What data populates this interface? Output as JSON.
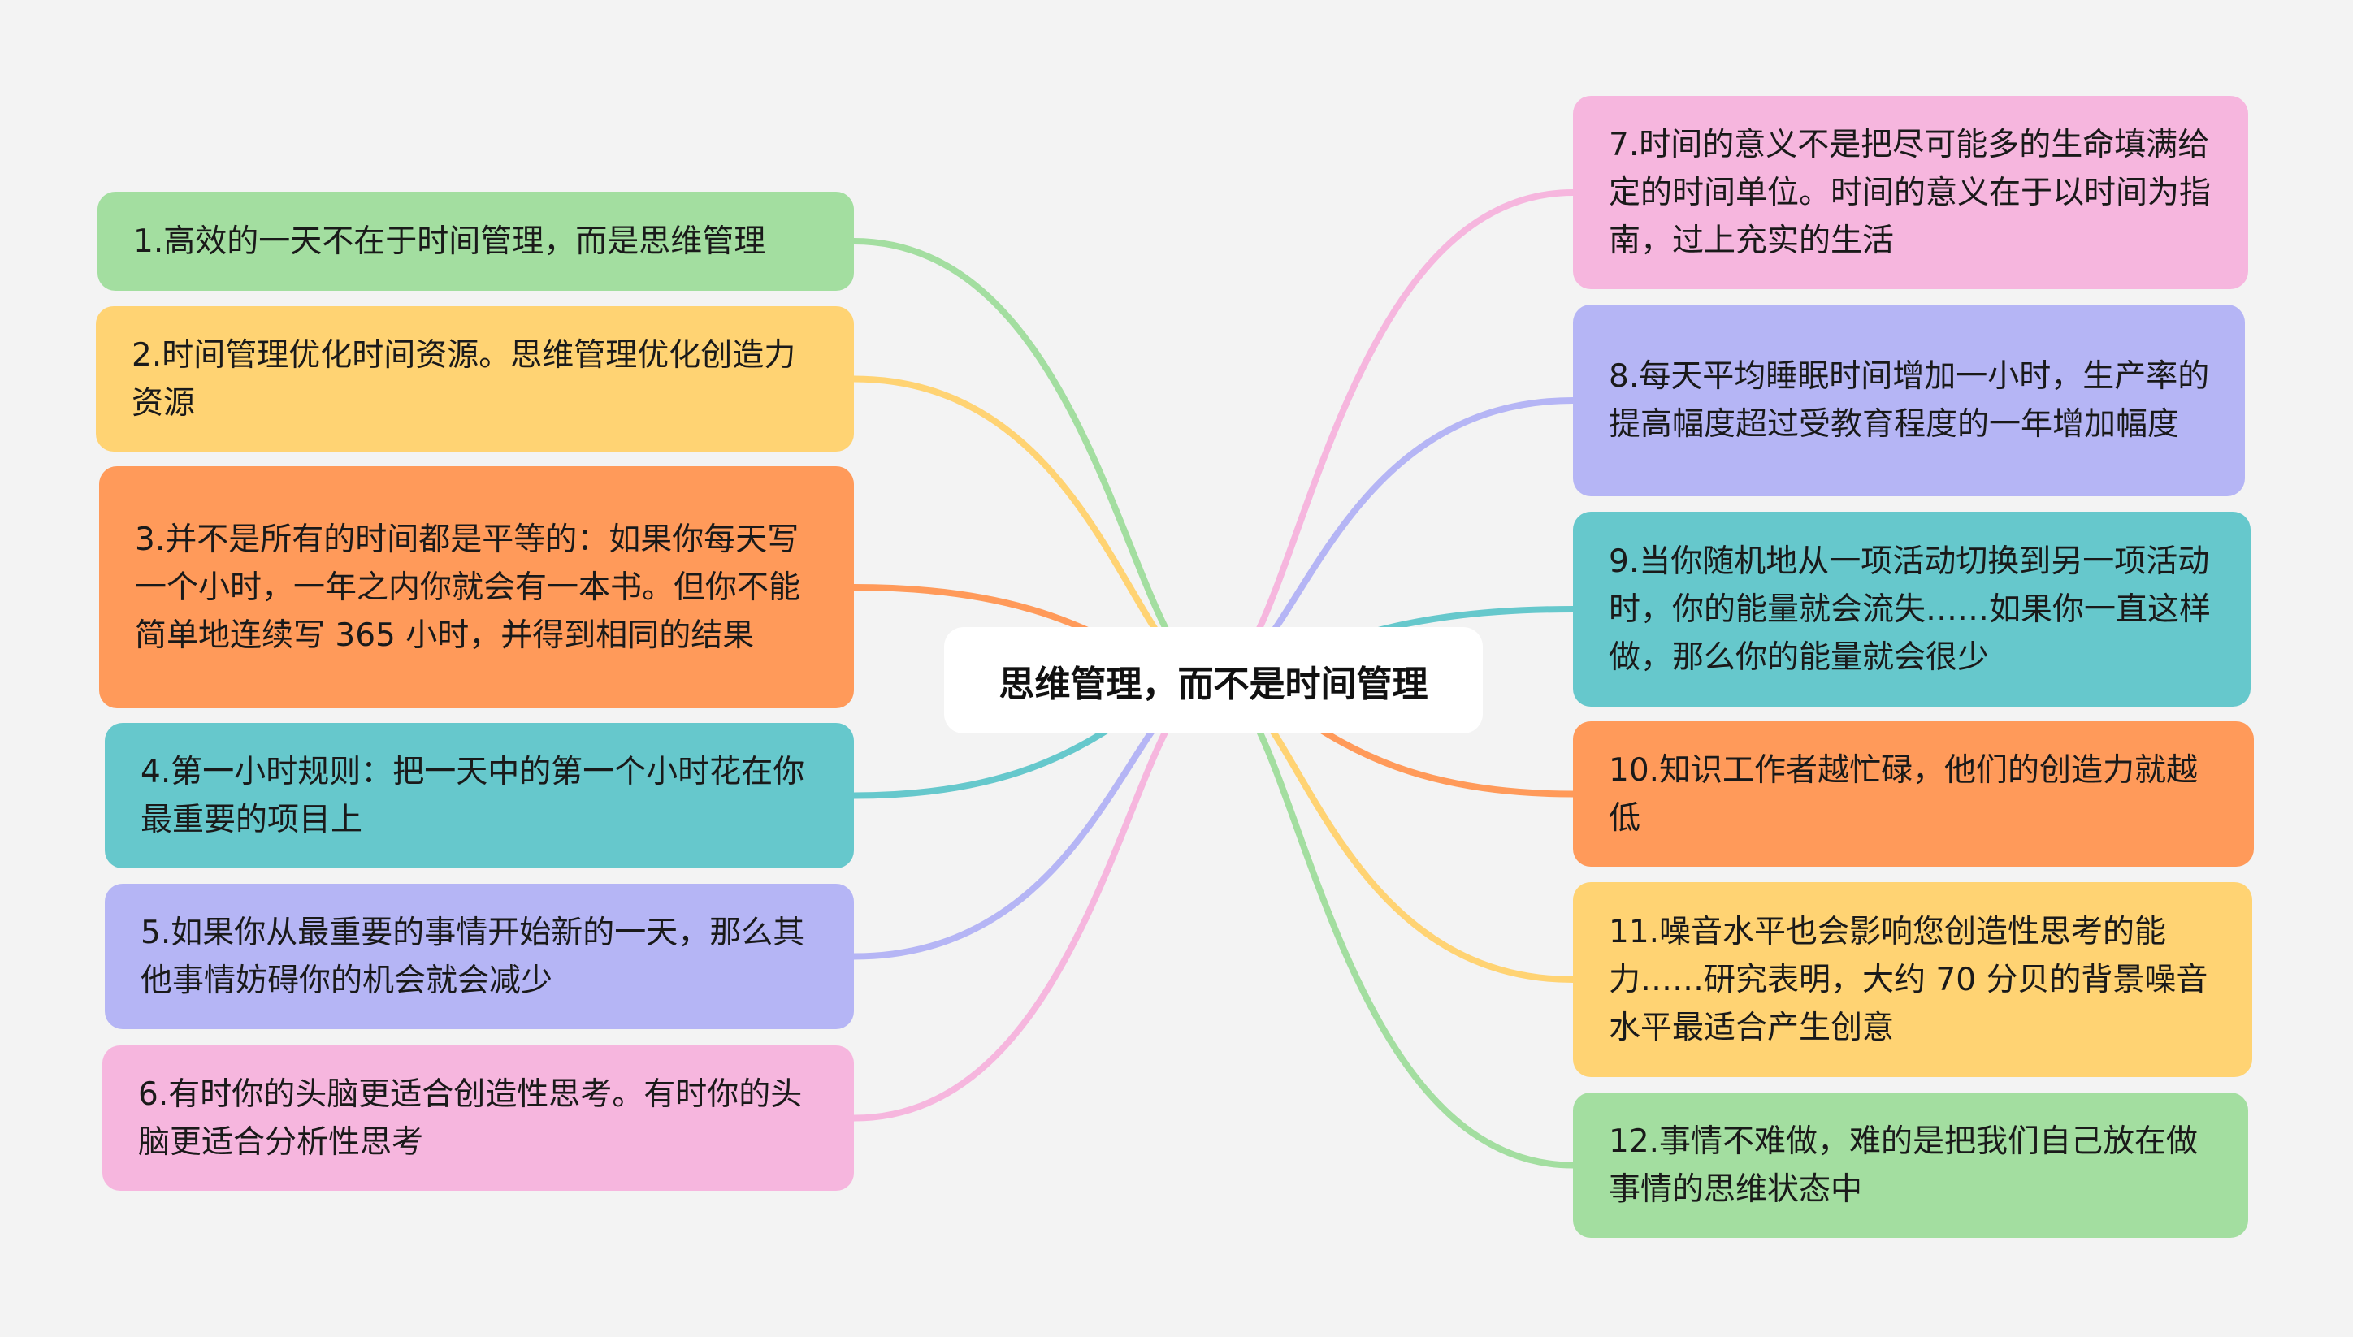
{
  "center": {
    "label": "思维管理，而不是时间管理"
  },
  "colors": {
    "background": "#f3f3f3",
    "green": "#a3dea0",
    "yellow": "#ffd373",
    "orange": "#ff9a5a",
    "teal": "#66c8cc",
    "lavender": "#b5b5f5",
    "pink": "#f6b6de"
  },
  "nodes": [
    {
      "label": "1.高效的一天不在于时间管理，而是思维管理",
      "color": "#a3dea0"
    },
    {
      "label": "2.时间管理优化时间资源。思维管理优化创造力资源",
      "color": "#ffd373"
    },
    {
      "label": "3.并不是所有的时间都是平等的：如果你每天写一个小时，一年之内你就会有一本书。但你不能简单地连续写 365 小时，并得到相同的结果",
      "color": "#ff9a5a"
    },
    {
      "label": "4.第一小时规则：把一天中的第一个小时花在你最重要的项目上",
      "color": "#66c8cc"
    },
    {
      "label": "5.如果你从最重要的事情开始新的一天，那么其他事情妨碍你的机会就会减少",
      "color": "#b5b5f5"
    },
    {
      "label": "6.有时你的头脑更适合创造性思考。有时你的头脑更适合分析性思考",
      "color": "#f6b6de"
    },
    {
      "label": "7.时间的意义不是把尽可能多的生命填满给定的时间单位。时间的意义在于以时间为指南，过上充实的生活",
      "color": "#f6b6de"
    },
    {
      "label": "8.每天平均睡眠时间增加一小时，生产率的提高幅度超过受教育程度的一年增加幅度",
      "color": "#b5b5f5"
    },
    {
      "label": "9.当你随机地从一项活动切换到另一项活动时，你的能量就会流失……如果你一直这样做，那么你的能量就会很少",
      "color": "#66c8cc"
    },
    {
      "label": "10.知识工作者越忙碌，他们的创造力就越低",
      "color": "#ff9a5a"
    },
    {
      "label": "11.噪音水平也会影响您创造性思考的能力……研究表明，大约 70 分贝的背景噪音水平最适合产生创意",
      "color": "#ffd373"
    },
    {
      "label": "12.事情不难做，难的是把我们自己放在做事情的思维状态中",
      "color": "#a3dea0"
    }
  ]
}
